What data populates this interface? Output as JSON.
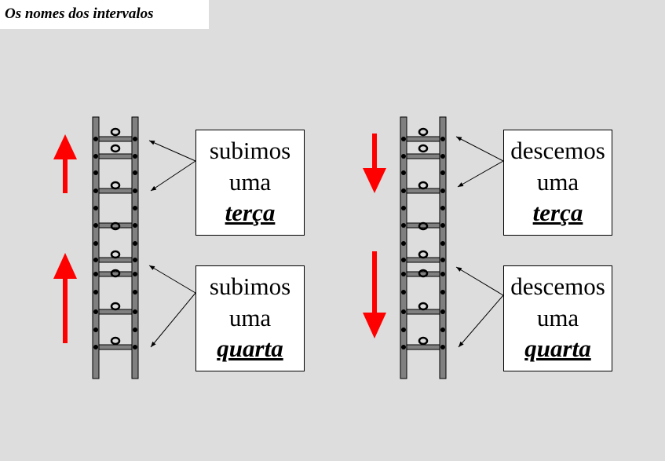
{
  "title": "Os nomes dos intervalos",
  "colors": {
    "background": "#dddddd",
    "ladder": "#808080",
    "arrow": "#ff0000"
  },
  "ladders": [
    {
      "direction": "up"
    },
    {
      "direction": "down"
    }
  ],
  "boxes": [
    {
      "verb": "subimos",
      "article": "uma",
      "interval": "terça"
    },
    {
      "verb": "subimos",
      "article": "uma",
      "interval": "quarta"
    },
    {
      "verb": "descemos",
      "article": "uma",
      "interval": "terça"
    },
    {
      "verb": "descemos",
      "article": "uma",
      "interval": "quarta"
    }
  ]
}
